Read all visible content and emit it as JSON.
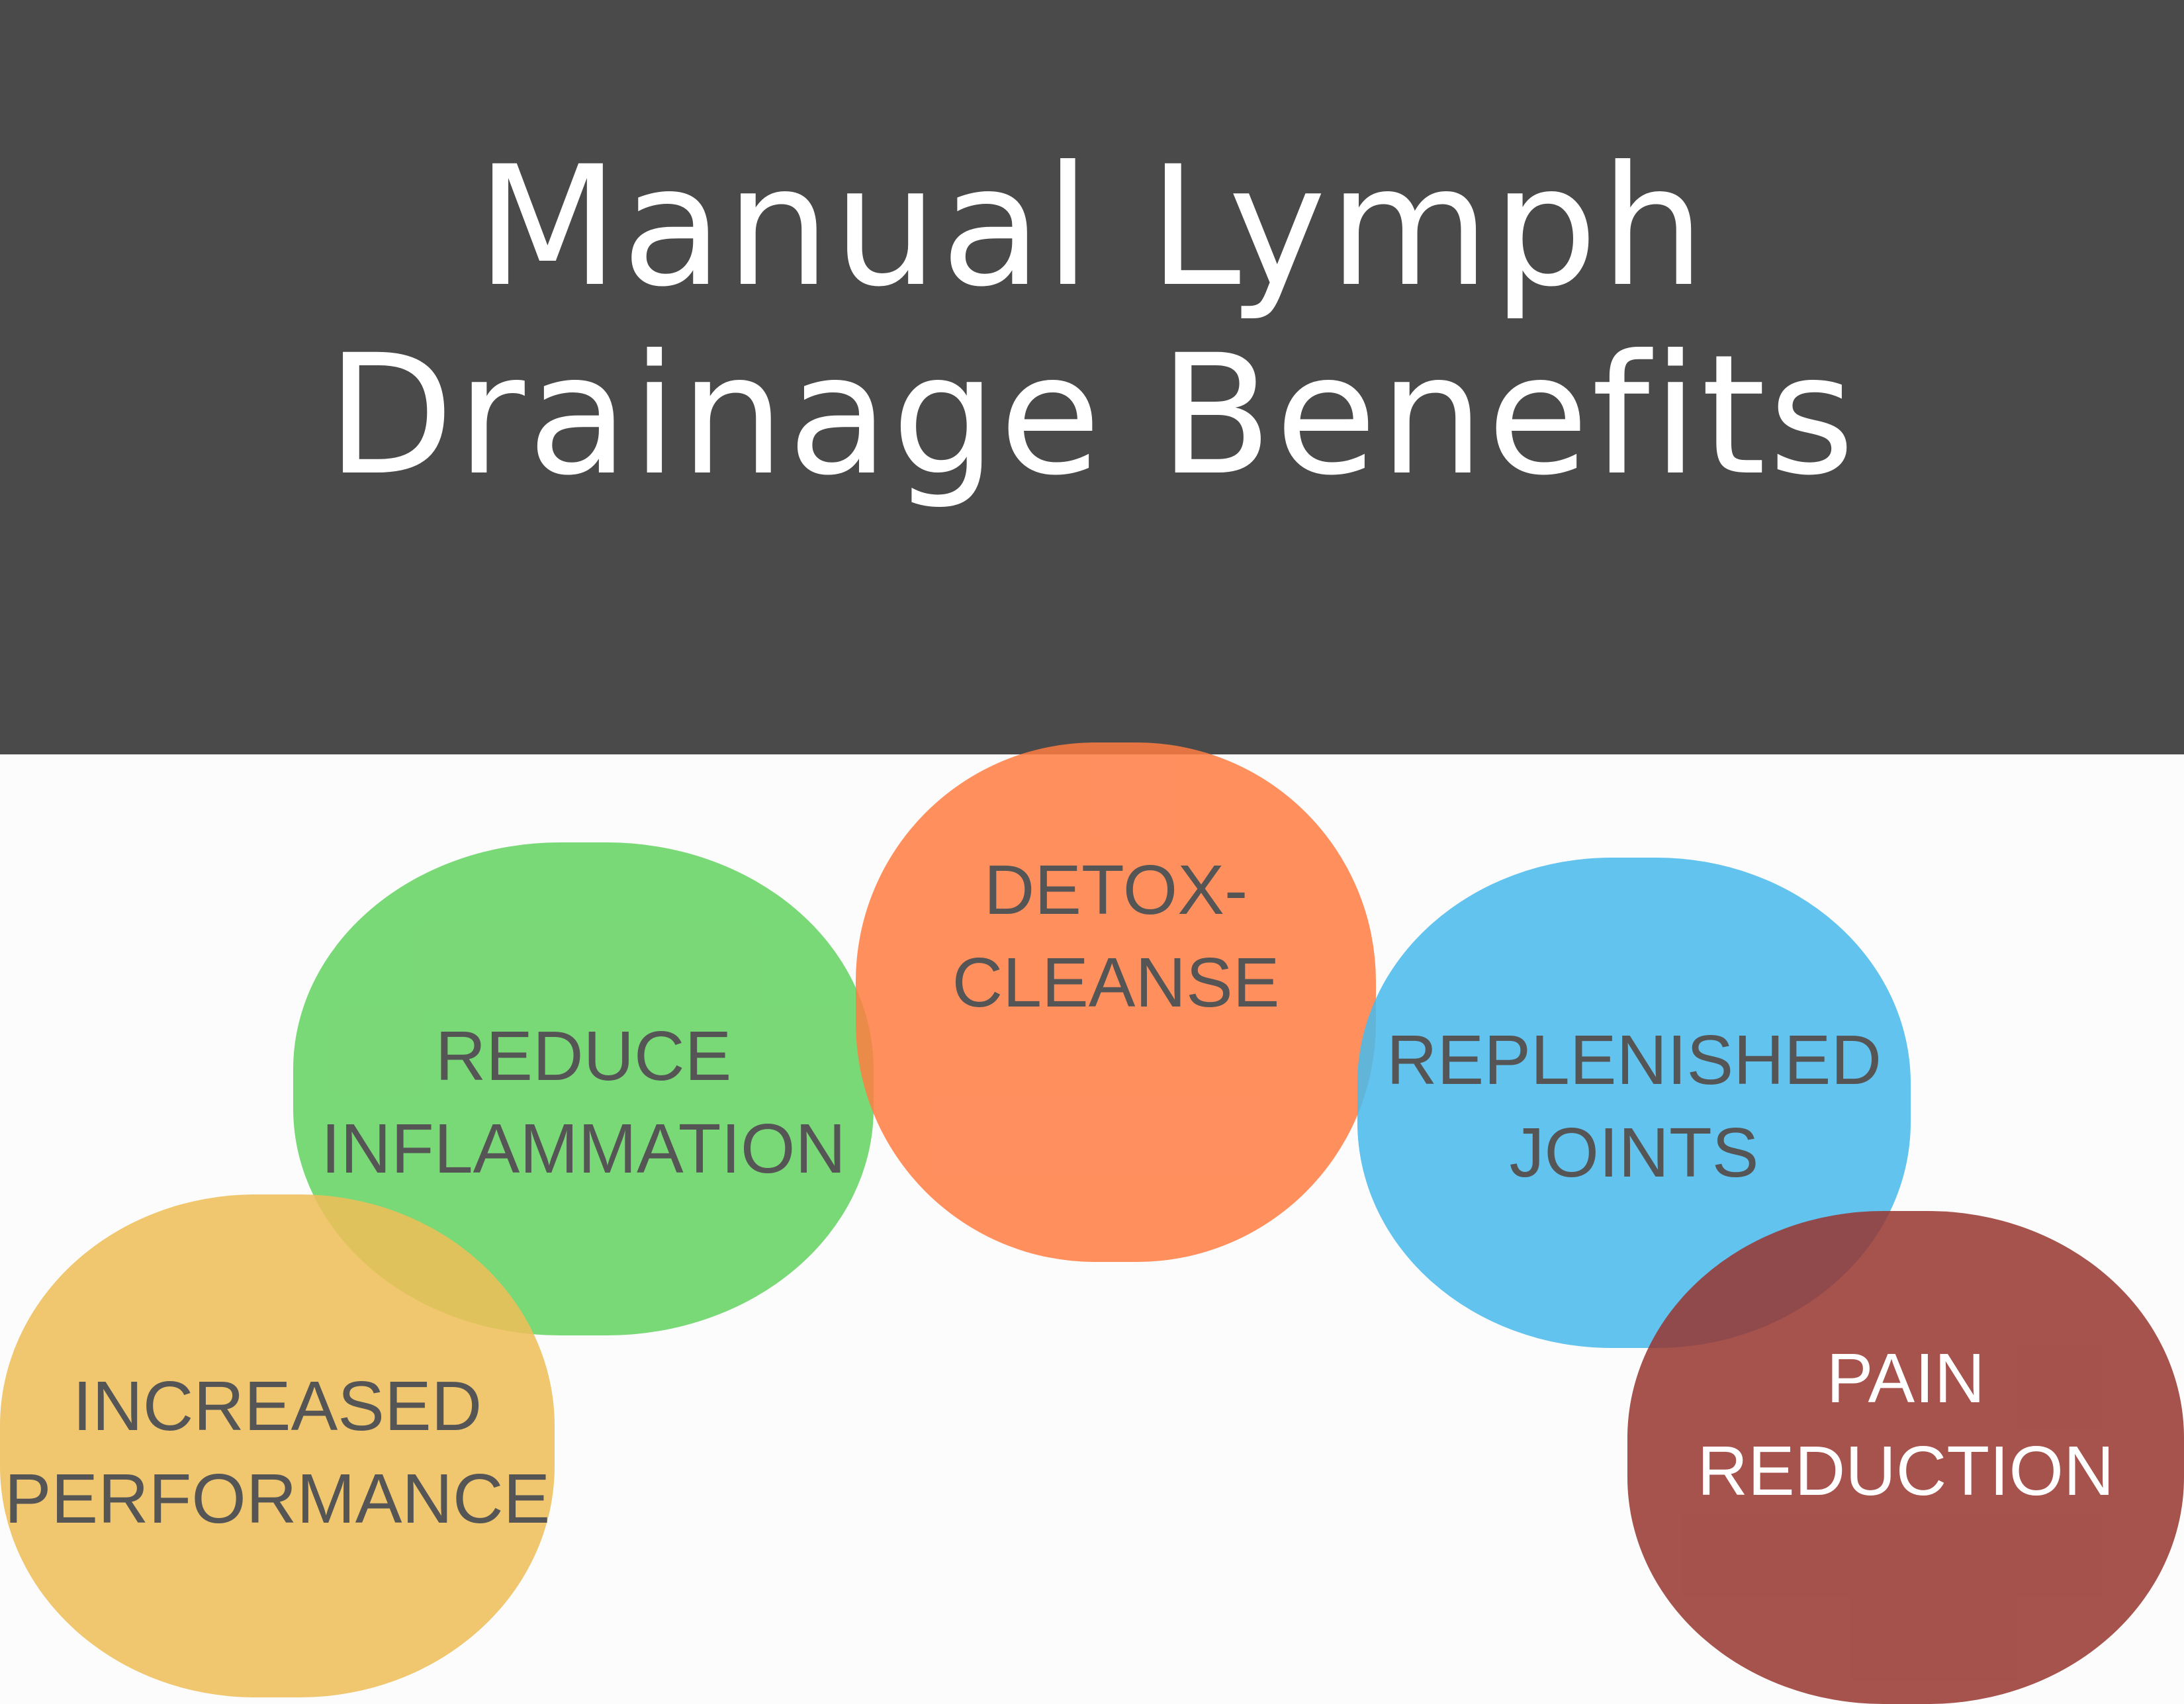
{
  "header": {
    "title_line1": "Manual Lymph",
    "title_line2": "Drainage Benefits",
    "background_color": "#4a4a4a"
  },
  "benefits": [
    {
      "line1": "INCREASED",
      "line2": "PERFORMANCE",
      "color": "#eebe5a"
    },
    {
      "line1": "REDUCE",
      "line2": "INFLAMMATION",
      "color": "#68d464"
    },
    {
      "line1": "DETOX-",
      "line2": "CLEANSE",
      "color": "#ff7c42"
    },
    {
      "line1": "REPLENISHED",
      "line2": "JOINTS",
      "color": "#4abaec"
    },
    {
      "line1": "PAIN",
      "line2": "REDUCTION",
      "color": "#973630"
    }
  ]
}
